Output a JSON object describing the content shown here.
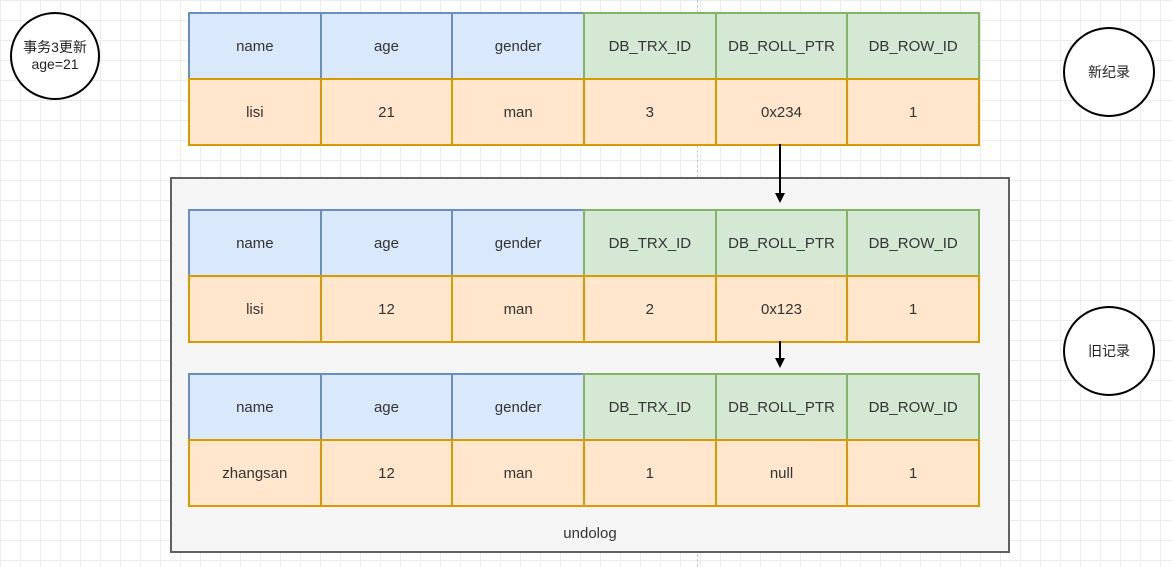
{
  "annotation": {
    "line1": "事务3更新",
    "line2": "age=21"
  },
  "new_record_label": "新纪录",
  "old_record_label": "旧记录",
  "undolog_label": "undolog",
  "columns": [
    "name",
    "age",
    "gender",
    "DB_TRX_ID",
    "DB_ROLL_PTR",
    "DB_ROW_ID"
  ],
  "rows": [
    {
      "values": [
        "lisi",
        "21",
        "man",
        "3",
        "0x234",
        "1"
      ]
    },
    {
      "values": [
        "lisi",
        "12",
        "man",
        "2",
        "0x123",
        "1"
      ]
    },
    {
      "values": [
        "zhangsan",
        "12",
        "man",
        "1",
        "null",
        "1"
      ]
    }
  ],
  "colors": {
    "user_header_fill": "#dae8fc",
    "user_header_stroke": "#6c8ebf",
    "hidden_header_fill": "#d5e8d4",
    "hidden_header_stroke": "#82b366",
    "value_fill": "#ffe6cc",
    "value_stroke": "#d79b00",
    "undolog_fill": "#f5f5f5"
  }
}
